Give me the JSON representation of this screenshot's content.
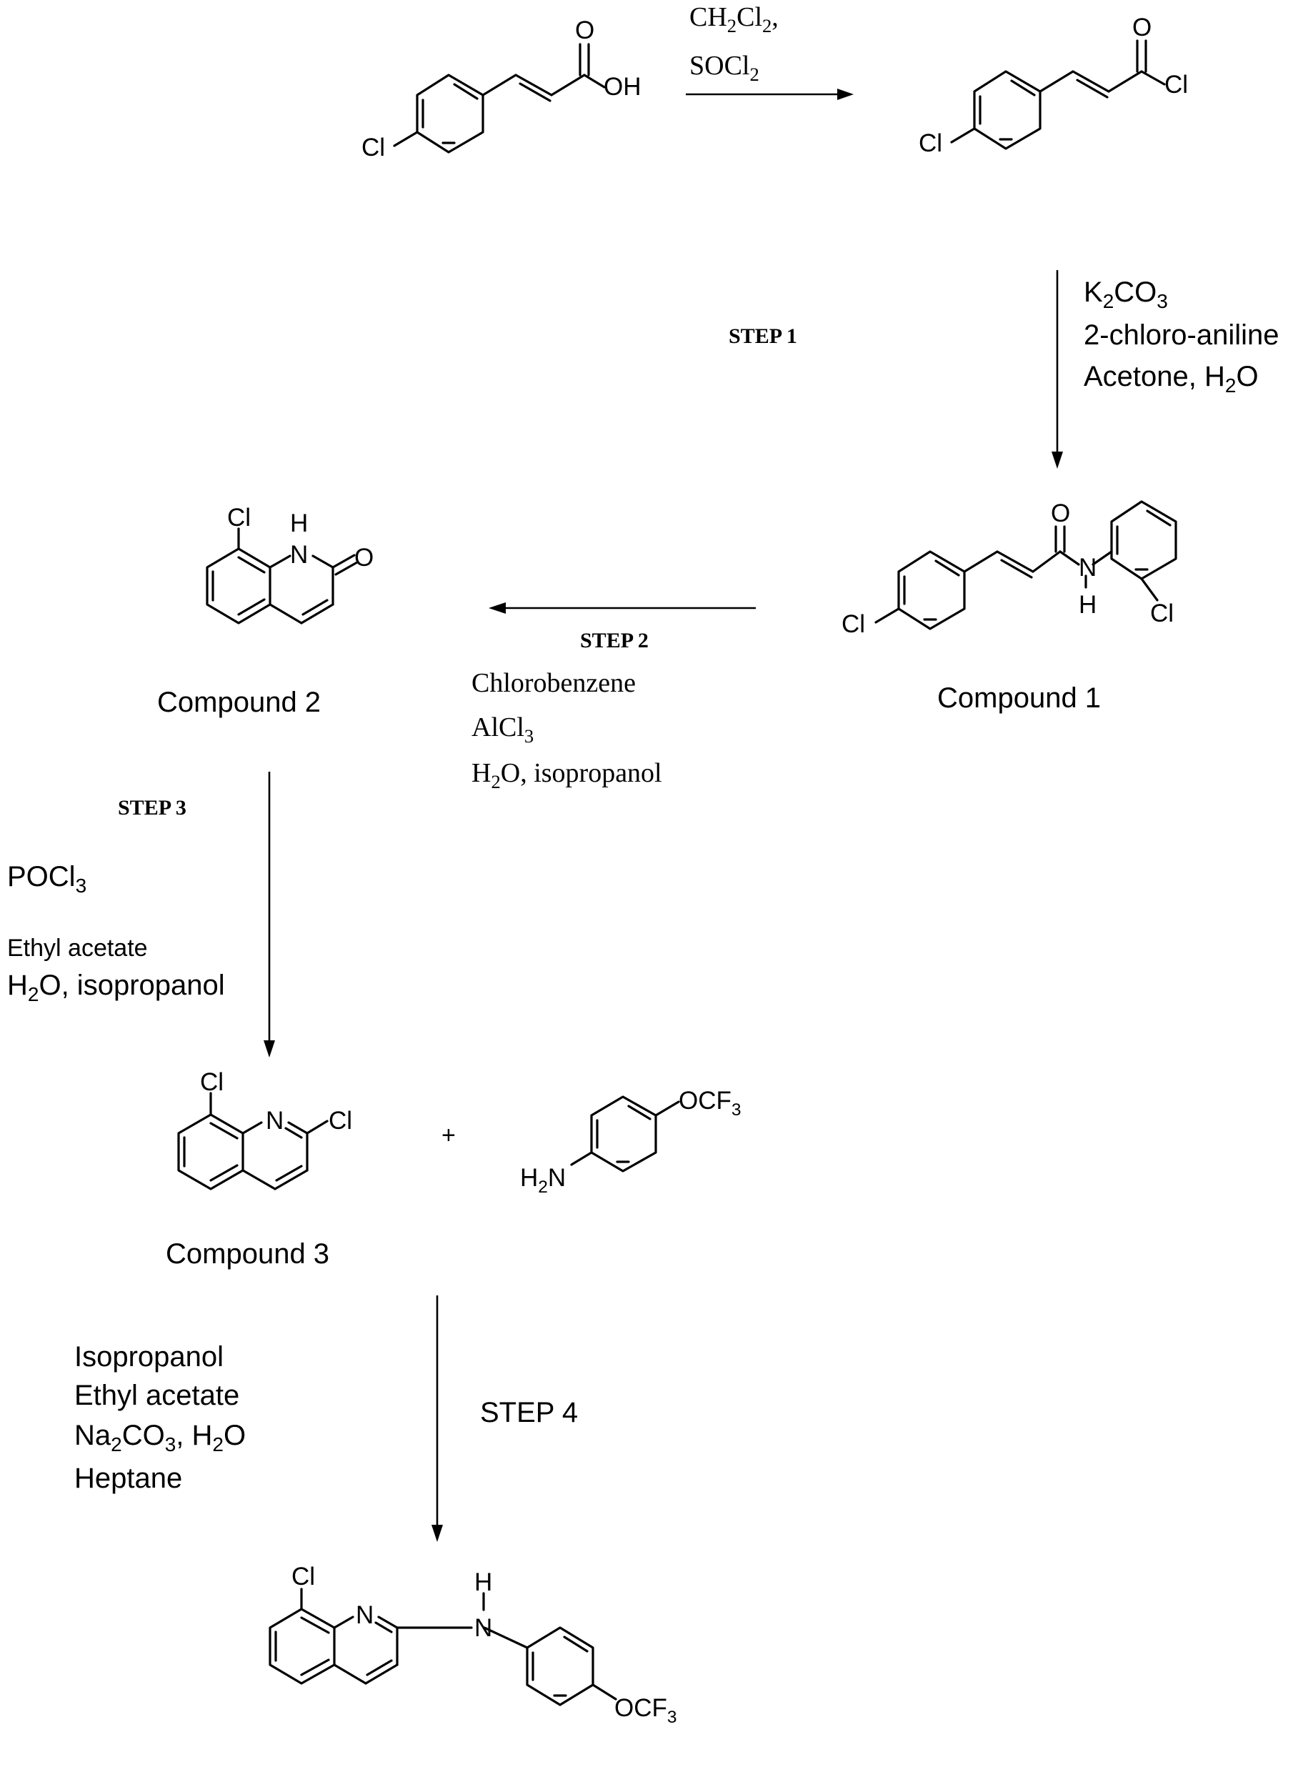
{
  "steps": {
    "acyl": {
      "line1": {
        "a": "CH",
        "s1": "2",
        "b": "Cl",
        "s2": "2",
        "c": ","
      },
      "line2": {
        "a": "SOCl",
        "s1": "2"
      }
    },
    "step1": {
      "label": "STEP 1",
      "r1": {
        "a": "K",
        "s1": "2",
        "b": "CO",
        "s2": "3"
      },
      "r2": "2-chloro-aniline",
      "r3": {
        "a": "Acetone, H",
        "s1": "2",
        "b": "O"
      }
    },
    "step2": {
      "label": "STEP 2",
      "r1": "Chlorobenzene",
      "r2": {
        "a": "AlCl",
        "s1": "3"
      },
      "r3": {
        "a": "H",
        "s1": "2",
        "b": "O, isopropanol"
      }
    },
    "step3": {
      "label": "STEP 3",
      "r1": {
        "a": "POCl",
        "s1": "3"
      },
      "r2": "Ethyl acetate",
      "r3": {
        "a": "H",
        "s1": "2",
        "b": "O, isopropanol"
      }
    },
    "step4": {
      "label": "STEP 4",
      "r1": "Isopropanol",
      "r2": "Ethyl acetate",
      "r3": {
        "a": "Na",
        "s1": "2",
        "b": "CO",
        "s2": "3",
        "c": ", H",
        "s3": "2",
        "d": "O"
      },
      "r4": "Heptane"
    }
  },
  "compounds": {
    "c1": "Compound 1",
    "c2": "Compound 2",
    "c3": "Compound 3"
  },
  "plus": "+",
  "atoms": {
    "cl": "Cl",
    "o": "O",
    "oh": "OH",
    "n": "N",
    "h": "H",
    "ocf3": {
      "a": "OCF",
      "s1": "3"
    },
    "h2n": {
      "a": "H",
      "s1": "2",
      "b": "N"
    }
  }
}
